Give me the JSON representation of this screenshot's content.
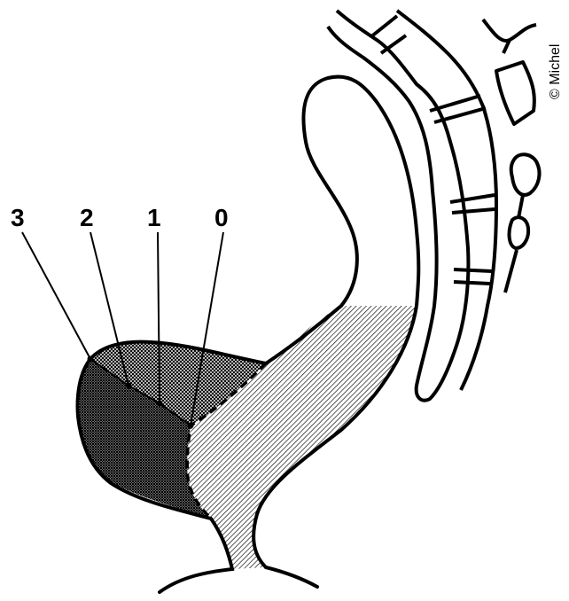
{
  "labels": {
    "grade_3": "3",
    "grade_2": "2",
    "grade_1": "1",
    "grade_0": "0"
  },
  "copyright": "© Michel",
  "colors": {
    "stroke": "#000000",
    "background": "#ffffff"
  }
}
